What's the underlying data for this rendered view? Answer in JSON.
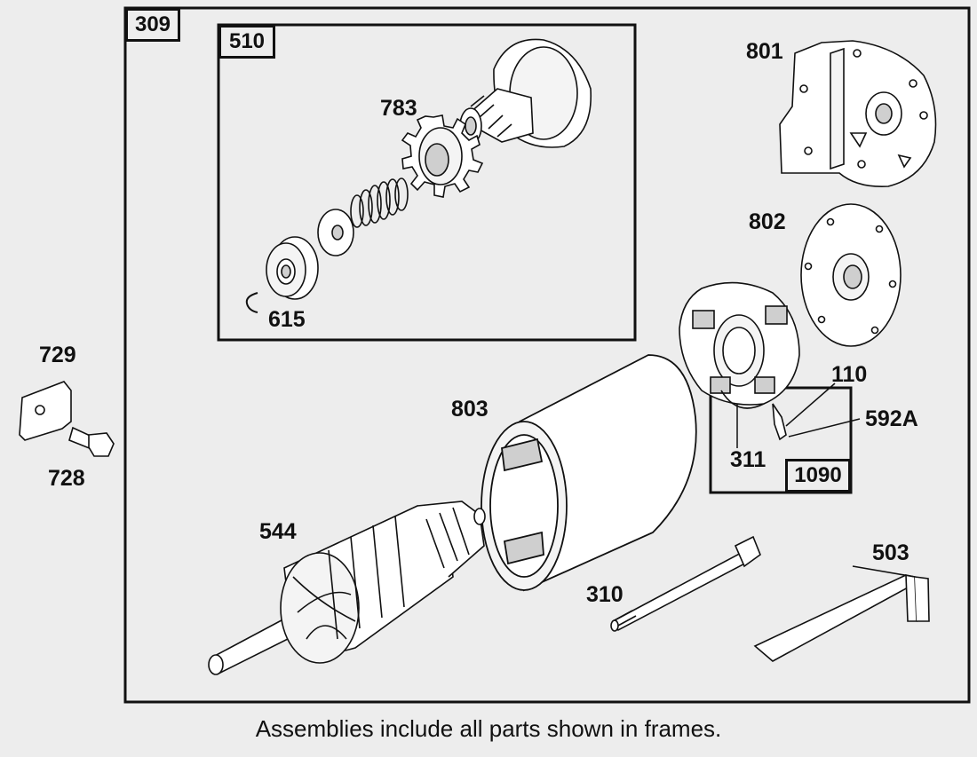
{
  "frames": {
    "outer": "309",
    "drive": "510",
    "brush": "1090"
  },
  "callouts": {
    "p801": "801",
    "p802": "802",
    "p783": "783",
    "p615": "615",
    "p110": "110",
    "p592a": "592A",
    "p311": "311",
    "p803": "803",
    "p544": "544",
    "p310": "310",
    "p503": "503",
    "p729": "729",
    "p728": "728"
  },
  "caption": "Assemblies include all parts shown in frames.",
  "colors": {
    "background": "#ededed",
    "line": "#111111",
    "part_fill": "#ffffff",
    "shade": "#cfcfcf"
  }
}
